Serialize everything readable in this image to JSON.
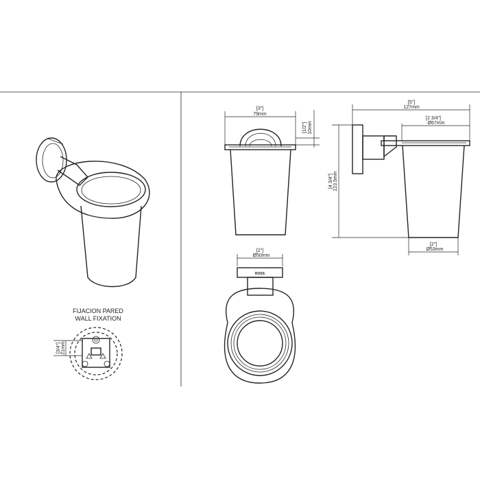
{
  "fixation": {
    "title_es": "FIJACION PARED",
    "title_en": "WALL FIXATION",
    "dim_in": "[3/4\"]",
    "dim_mm": "21mm"
  },
  "front": {
    "width_in": "[3\"]",
    "width_mm": "79mm",
    "rim_in": "[1/2\"]",
    "rim_mm": "10mm"
  },
  "side": {
    "depth_in": "[5\"]",
    "depth_mm": "127mm",
    "rim_dia_in": "[2 3/4\"]",
    "rim_dia_mm": "Ø67mm",
    "height_in": "[4 3/4\"]",
    "height_mm": "123.5mm",
    "bottom_dia_in": "[2\"]",
    "bottom_dia_mm": "Ø53mm"
  },
  "top": {
    "base_dia_in": "[2\"]",
    "base_dia_mm": "Ø50mm",
    "brand_mark": "ROSS"
  }
}
